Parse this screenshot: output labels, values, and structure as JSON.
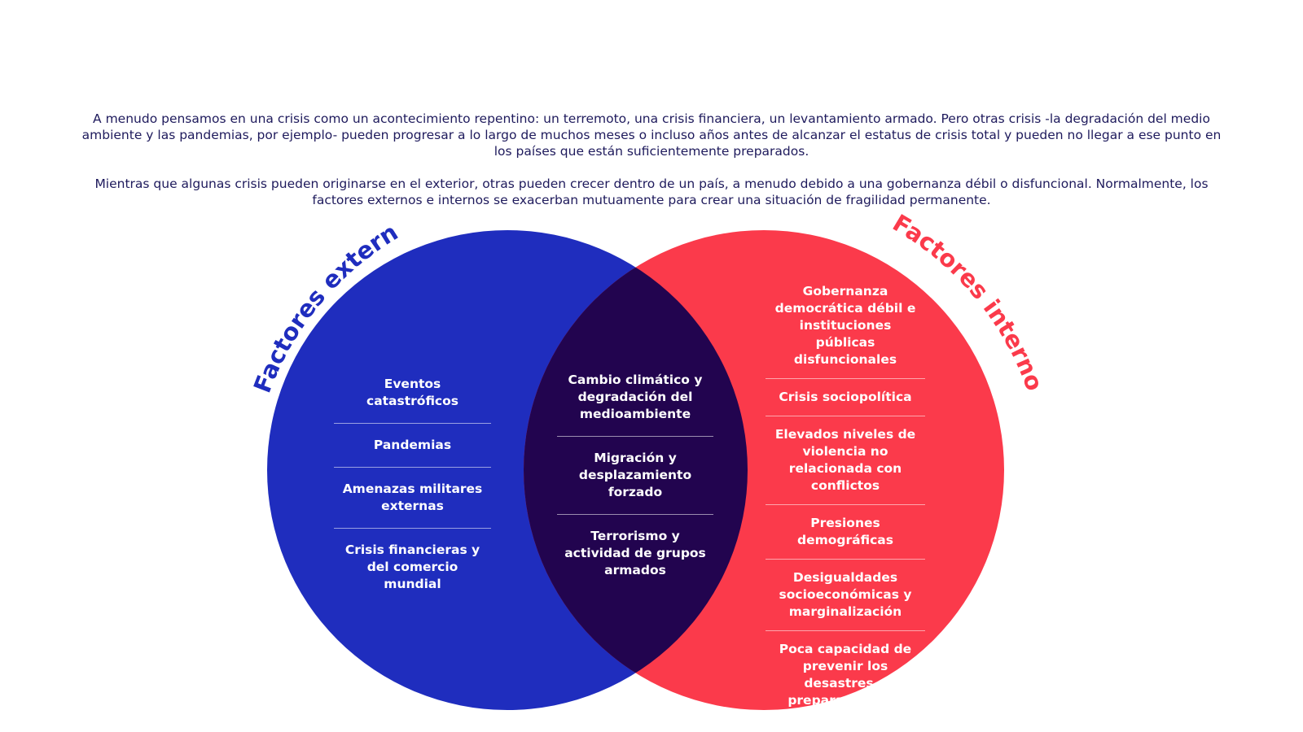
{
  "intro": {
    "paragraph1": "A menudo pensamos en una crisis como un acontecimiento repentino: un terremoto, una crisis financiera, un levantamiento armado. Pero otras crisis -la degradación del medio ambiente y las pandemias, por ejemplo- pueden progresar a lo largo de muchos meses o incluso años antes de alcanzar el estatus de crisis total y pueden no llegar a ese punto en los países que están suficientemente preparados.",
    "paragraph2": "Mientras que algunas crisis pueden originarse en el exterior, otras pueden crecer dentro de un país, a menudo debido a una gobernanza débil o disfuncional. Normalmente, los factores externos e internos se exacerban mutuamente para crear una situación de fragilidad permanente."
  },
  "venn": {
    "colors": {
      "external": "#1f2dbe",
      "internal": "#fb3a4b",
      "overlap": "#22044f",
      "text_intro": "#1e1a5c"
    },
    "external": {
      "title": "Factores externos",
      "items": [
        "Eventos catastróficos",
        "Pandemias",
        "Amenazas militares externas",
        "Crisis financieras y del comercio mundial"
      ]
    },
    "overlap": {
      "items": [
        "Cambio climático y degradación del medioambiente",
        "Migración y desplazamiento forzado",
        "Terrorismo y actividad de grupos armados"
      ]
    },
    "internal": {
      "title": "Factores internos",
      "items": [
        "Gobernanza democrática débil e instituciones públicas disfuncionales",
        "Crisis sociopolítica",
        "Elevados niveles de violencia no relacionada con conflictos",
        "Presiones demográficas",
        "Desigualdades socioeconómicas y marginalización",
        "Poca capacidad de prevenir los desastres o prepararse para enfrentarlos"
      ]
    }
  }
}
